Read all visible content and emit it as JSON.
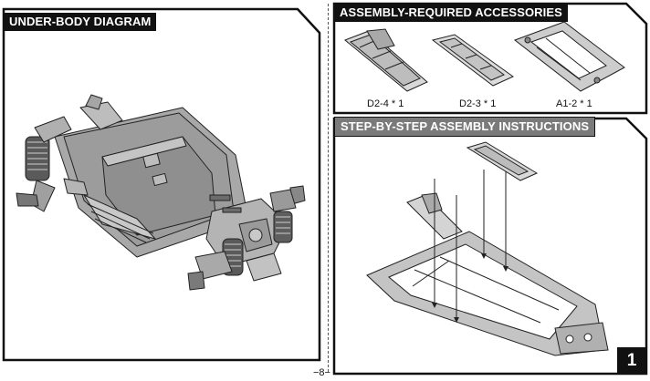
{
  "under_body": {
    "title": "UNDER-BODY DIAGRAM"
  },
  "accessories": {
    "title": "ASSEMBLY-REQUIRED ACCESSORIES",
    "items": [
      {
        "label": "D2-4 * 1"
      },
      {
        "label": "D2-3 * 1"
      },
      {
        "label": "A1-2 * 1"
      }
    ]
  },
  "instructions": {
    "title": "STEP-BY-STEP ASSEMBLY INSTRUCTIONS"
  },
  "page_number": "−8−",
  "step_number": "1"
}
